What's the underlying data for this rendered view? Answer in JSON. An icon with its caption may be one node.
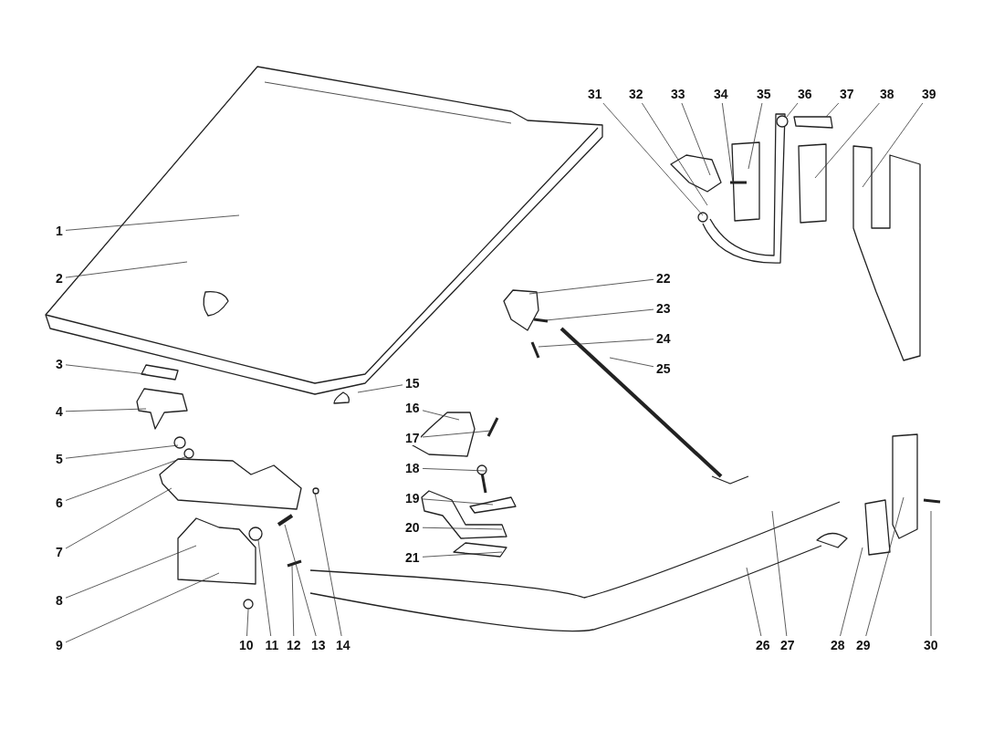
{
  "diagram": {
    "nodes": [
      {
        "text": [
          "1"
        ]
      },
      {
        "text": [
          "2"
        ]
      },
      {
        "text": [
          "3"
        ]
      },
      {
        "text": [
          "4"
        ]
      },
      {
        "text": [
          "5"
        ]
      },
      {
        "text": [
          "6"
        ]
      },
      {
        "text": [
          "7"
        ]
      },
      {
        "text": [
          "8"
        ]
      },
      {
        "text": [
          "9"
        ]
      },
      {
        "text": [
          "10"
        ]
      },
      {
        "text": [
          "11"
        ]
      },
      {
        "text": [
          "12"
        ]
      },
      {
        "text": [
          "13"
        ]
      },
      {
        "text": [
          "14"
        ]
      },
      {
        "text": [
          "15"
        ]
      },
      {
        "text": [
          "16"
        ]
      },
      {
        "text": [
          "17"
        ]
      },
      {
        "text": [
          "18"
        ]
      },
      {
        "text": [
          "19"
        ]
      },
      {
        "text": [
          "20"
        ]
      },
      {
        "text": [
          "21"
        ]
      },
      {
        "text": [
          "22"
        ]
      },
      {
        "text": [
          "23"
        ]
      },
      {
        "text": [
          "24"
        ]
      },
      {
        "text": [
          "25"
        ]
      },
      {
        "text": [
          "26"
        ]
      },
      {
        "text": [
          "27"
        ]
      },
      {
        "text": [
          "28"
        ]
      },
      {
        "text": [
          "29"
        ]
      },
      {
        "text": [
          "30"
        ]
      },
      {
        "text": [
          "31"
        ]
      },
      {
        "text": [
          "32"
        ]
      },
      {
        "text": [
          "33"
        ]
      },
      {
        "text": [
          "34"
        ]
      },
      {
        "text": [
          "35"
        ]
      },
      {
        "text": [
          "36"
        ]
      },
      {
        "text": [
          "37"
        ]
      },
      {
        "text": [
          "38"
        ]
      },
      {
        "text": [
          "39"
        ]
      }
    ],
    "edges": [
      {
        "from": 0,
        "to": null,
        "arrow": "none"
      },
      {
        "from": 1,
        "to": null,
        "arrow": "none"
      },
      {
        "from": 2,
        "to": null,
        "arrow": "none"
      },
      {
        "from": 3,
        "to": null,
        "arrow": "none"
      },
      {
        "from": 4,
        "to": null,
        "arrow": "none"
      },
      {
        "from": 5,
        "to": null,
        "arrow": "none"
      },
      {
        "from": 6,
        "to": null,
        "arrow": "none"
      },
      {
        "from": 7,
        "to": null,
        "arrow": "none"
      },
      {
        "from": 8,
        "to": null,
        "arrow": "none"
      },
      {
        "from": 9,
        "to": null,
        "arrow": "none"
      },
      {
        "from": 10,
        "to": null,
        "arrow": "none"
      },
      {
        "from": 11,
        "to": null,
        "arrow": "none"
      },
      {
        "from": 12,
        "to": null,
        "arrow": "none"
      },
      {
        "from": 13,
        "to": null,
        "arrow": "none"
      },
      {
        "from": 14,
        "to": null,
        "arrow": "none"
      },
      {
        "from": 15,
        "to": null,
        "arrow": "none"
      },
      {
        "from": 16,
        "to": null,
        "arrow": "none"
      },
      {
        "from": 17,
        "to": null,
        "arrow": "none"
      },
      {
        "from": 18,
        "to": null,
        "arrow": "none"
      },
      {
        "from": 19,
        "to": null,
        "arrow": "none"
      },
      {
        "from": 20,
        "to": null,
        "arrow": "none"
      },
      {
        "from": 21,
        "to": null,
        "arrow": "none"
      },
      {
        "from": 22,
        "to": null,
        "arrow": "none"
      },
      {
        "from": 23,
        "to": null,
        "arrow": "none"
      },
      {
        "from": 24,
        "to": null,
        "arrow": "none"
      },
      {
        "from": 25,
        "to": null,
        "arrow": "none"
      },
      {
        "from": 26,
        "to": null,
        "arrow": "none"
      },
      {
        "from": 27,
        "to": null,
        "arrow": "none"
      },
      {
        "from": 28,
        "to": null,
        "arrow": "none"
      },
      {
        "from": 29,
        "to": null,
        "arrow": "none"
      },
      {
        "from": 30,
        "to": null,
        "arrow": "none"
      },
      {
        "from": 31,
        "to": null,
        "arrow": "none"
      },
      {
        "from": 32,
        "to": null,
        "arrow": "none"
      },
      {
        "from": 33,
        "to": null,
        "arrow": "none"
      },
      {
        "from": 34,
        "to": null,
        "arrow": "none"
      },
      {
        "from": 35,
        "to": null,
        "arrow": "none"
      },
      {
        "from": 36,
        "to": null,
        "arrow": "none"
      },
      {
        "from": 37,
        "to": null,
        "arrow": "none"
      },
      {
        "from": 38,
        "to": null,
        "arrow": "none"
      }
    ]
  }
}
